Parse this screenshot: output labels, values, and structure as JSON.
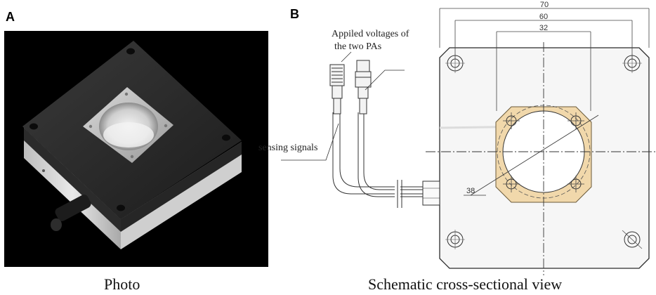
{
  "panel_a": {
    "letter": "A",
    "caption": "Photo"
  },
  "panel_b": {
    "letter": "B",
    "caption": "Schematic cross-sectional view",
    "label_voltages_line1": "Appiled voltages of",
    "label_voltages_line2": "the two PAs",
    "label_sensing": "sensing signals",
    "dimensions": {
      "d70": "70",
      "d60": "60",
      "d32": "32",
      "d38": "38"
    }
  }
}
